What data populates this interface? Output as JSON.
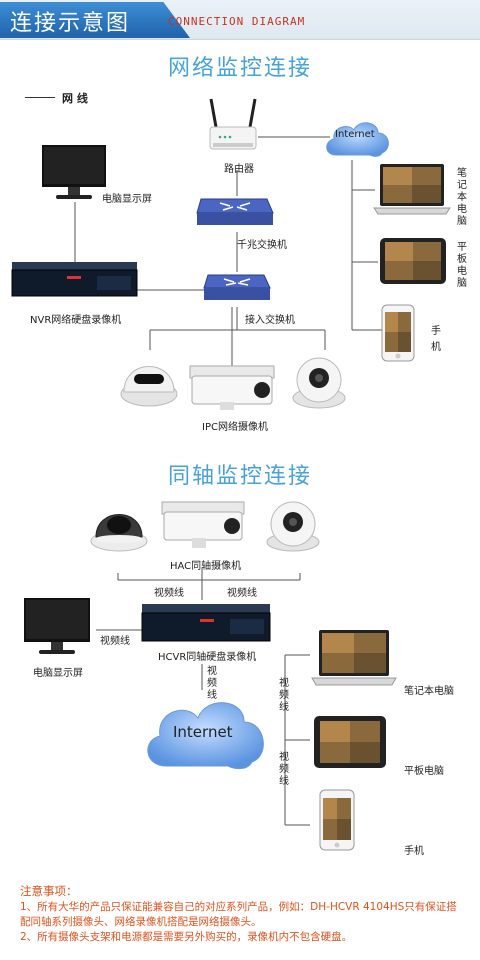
{
  "header": {
    "title": "连接示意图",
    "subtitle": "CONNECTION DIAGRAM"
  },
  "network_section": {
    "title": "网络监控连接",
    "legend": "网 线",
    "labels": {
      "monitor": "电脑显示屏",
      "router": "路由器",
      "gigabit_switch": "千兆交换机",
      "nvr": "NVR网络硬盘录像机",
      "access_switch": "接入交换机",
      "ipc": "IPC网络摄像机",
      "internet": "Internet",
      "laptop": "笔记本电脑",
      "tablet": "平板电脑",
      "phone": "手机"
    }
  },
  "coax_section": {
    "title": "同轴监控连接",
    "labels": {
      "hac": "HAC同轴摄像机",
      "video_cable_1": "视频线",
      "video_cable_2": "视频线",
      "video_cable_3": "视频线",
      "video_cable_4": "视频线",
      "video_cable_5": "视频线",
      "video_cable_6": "视频线",
      "monitor": "电脑显示屏",
      "hcvr": "HCVR同轴硬盘录像机",
      "internet": "Internet",
      "laptop": "笔记本电脑",
      "tablet": "平板电脑",
      "phone": "手机"
    }
  },
  "notes": {
    "title": "注意事项：",
    "items": [
      "1、所有大华的产品只保证能兼容自己的对应系列产品，例如：DH-HCVR 4104HS只有保证搭配同轴系列摄像头、网络录像机搭配是网络摄像头。",
      "2、所有摄像头支架和电源都是需要另外购买的，录像机内不包含硬盘。"
    ]
  },
  "colors": {
    "accent": "#46a3da",
    "header_blue": "#1f63ab",
    "note_orange": "#e0531e",
    "header_sub_red": "#c8321e",
    "cloud_blue": "#6fa8e8"
  }
}
